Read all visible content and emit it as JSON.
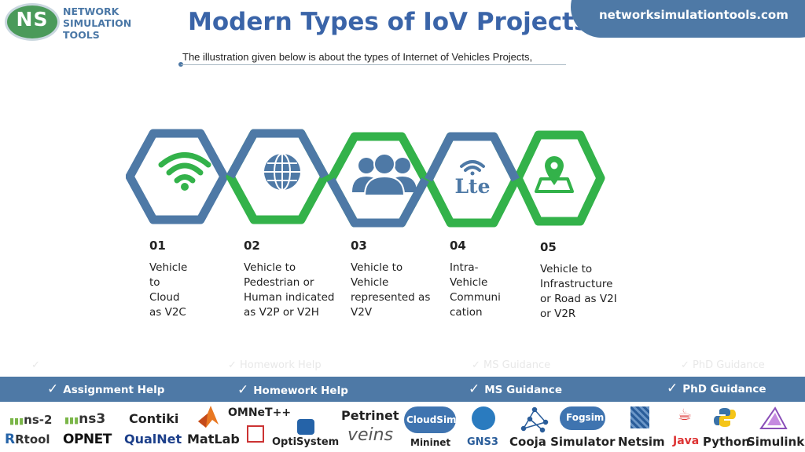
{
  "header": {
    "logo_mark": "NS",
    "logo_line1": "NETWORK",
    "logo_line2": "SIMULATION",
    "logo_line3": "TOOLS",
    "title": "Modern Types of IoV Projects",
    "site": "networksimulationtools.com",
    "subtitle": "The illustration given below is about the types of Internet of Vehicles Projects,"
  },
  "icons": [
    "wifi-icon",
    "globe-icon",
    "users-icon",
    "lte-icon",
    "map-pin-icon"
  ],
  "icon_text": {
    "lte": "Lte"
  },
  "items": [
    {
      "num": "01",
      "lines": [
        "Vehicle",
        "to",
        "Cloud",
        "as V2C"
      ]
    },
    {
      "num": "02",
      "lines": [
        "Vehicle to",
        "Pedestrian or",
        "Human indicated",
        "as V2P or V2H"
      ]
    },
    {
      "num": "03",
      "lines": [
        "Vehicle to",
        "Vehicle",
        "represented as",
        "V2V"
      ]
    },
    {
      "num": "04",
      "lines": [
        "Intra-",
        "Vehicle",
        "Communi",
        "cation"
      ]
    },
    {
      "num": "05",
      "lines": [
        "Vehicle to",
        "Infrastructure",
        "or Road as V2I",
        "or V2R"
      ]
    }
  ],
  "ghost": [
    "Homework Help",
    "MS Guidance",
    "PhD Guidance"
  ],
  "services": [
    "Assignment Help",
    "Homework Help",
    "MS  Guidance",
    "PhD  Guidance"
  ],
  "tools": {
    "ns2": "ns-2",
    "ns3": "ns3",
    "contiki": "Contiki",
    "omnet": "OMNeT++",
    "petrinet": "Petrinet",
    "rtool": "Rtool",
    "opnet": "OPNET",
    "qualnet": "QualNet",
    "matlab": "MatLab",
    "optisystem": "OptiSystem",
    "veins": "veins",
    "cloudsim": "CloudSim",
    "mininet": "Mininet",
    "gns3": "GNS3",
    "cooja": "Cooja Simulator",
    "fogsim": "Fogsim",
    "netsim": "Netsim",
    "java": "Java",
    "python": "Python",
    "simulink": "Simulink"
  },
  "colors": {
    "blue": "#4e79a6",
    "green": "#33b24a",
    "title": "#3a64a8"
  }
}
